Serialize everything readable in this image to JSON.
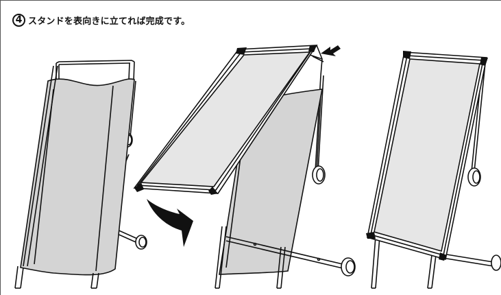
{
  "step": {
    "number": "4",
    "instruction": "スタンドを表向きに立てれば完成です。"
  },
  "figures": [
    {
      "label": "stand-with-cloth"
    },
    {
      "label": "stand-with-board-tilted"
    },
    {
      "label": "stand-complete"
    }
  ],
  "icons": {
    "arrow_press": "arrow-left-icon",
    "arrow_rotate": "curved-arrow-icon"
  }
}
